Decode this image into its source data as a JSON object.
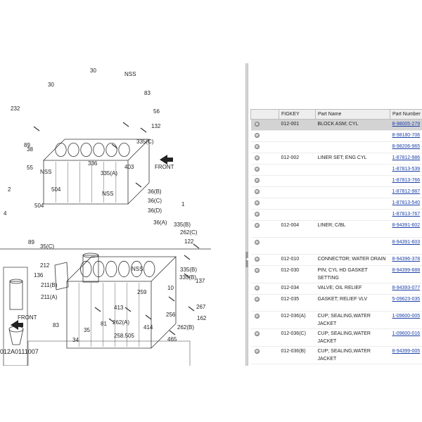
{
  "diagram": {
    "callouts": [
      "30",
      "30",
      "NSS",
      "83",
      "232",
      "56",
      "132",
      "89",
      "38",
      "335(C)",
      "55",
      "NSS",
      "336",
      "335(A)",
      "403",
      "FRONT",
      "2",
      "4",
      "504",
      "504",
      "NSS",
      "36(B)",
      "36(C)",
      "36(D)",
      "1",
      "36(A)",
      "335(B)",
      "262(C)",
      "89",
      "35(C)",
      "122",
      "212",
      "136",
      "211(B)",
      "211(A)",
      "NSS",
      "335(B)",
      "335(B)",
      "137",
      "259",
      "10",
      "413",
      "256",
      "267",
      "83",
      "81",
      "262(A)",
      "414",
      "162",
      "262(B)",
      "35",
      "34",
      "258.505",
      "465",
      "FRONT"
    ],
    "drawing_number": "012A0111007"
  },
  "table": {
    "columns": [
      "",
      "FIGKEY",
      "Part Name",
      "Part Number"
    ],
    "rows": [
      {
        "figkey": "012-001",
        "name": [
          "BLOCK ASM; CYL"
        ],
        "part_number": "8-98005-279",
        "selected": true
      },
      {
        "figkey": "",
        "name": [
          ""
        ],
        "part_number": "8-98180-706",
        "selected": false
      },
      {
        "figkey": "",
        "name": [
          ""
        ],
        "part_number": "8-98206-965",
        "selected": false
      },
      {
        "figkey": "012-002",
        "name": [
          "LINER SET; ENG CYL"
        ],
        "part_number": "1-87812-986",
        "selected": false
      },
      {
        "figkey": "",
        "name": [
          ""
        ],
        "part_number": "1-87813-539",
        "selected": false
      },
      {
        "figkey": "",
        "name": [
          ""
        ],
        "part_number": "1-87813-766",
        "selected": false
      },
      {
        "figkey": "",
        "name": [
          ""
        ],
        "part_number": "1-87812-987",
        "selected": false
      },
      {
        "figkey": "",
        "name": [
          ""
        ],
        "part_number": "1-87813-540",
        "selected": false
      },
      {
        "figkey": "",
        "name": [
          ""
        ],
        "part_number": "1-87813-767",
        "selected": false
      },
      {
        "figkey": "012-004",
        "name": [
          "LINER; C/BL"
        ],
        "part_number": "8-94391-602",
        "selected": false
      },
      {
        "figkey": "",
        "name": [
          ""
        ],
        "part_number": "8-94391-603",
        "selected": false
      },
      {
        "figkey": "012-010",
        "name": [
          "CONNECTOR; WATER DRAIN"
        ],
        "part_number": "8-94396-378",
        "selected": false
      },
      {
        "figkey": "012-030",
        "name": [
          "PIN; CYL HD GASKET",
          "SETTING"
        ],
        "part_number": "8-94399-688",
        "selected": false
      },
      {
        "figkey": "012-034",
        "name": [
          "VALVE; OIL RELIEF"
        ],
        "part_number": "8-94393-077",
        "selected": false
      },
      {
        "figkey": "012-035",
        "name": [
          "GASKET; RELIEF VLV"
        ],
        "part_number": "5-09623-035",
        "selected": false
      },
      {
        "figkey": "012-036(A)",
        "name": [
          "CUP; SEALING,WATER",
          "JACKET"
        ],
        "part_number": "1-09600-005",
        "selected": false
      },
      {
        "figkey": "012-036(C)",
        "name": [
          "CUP; SEALING,WATER",
          "JACKET"
        ],
        "part_number": "1-09600-016",
        "selected": false
      },
      {
        "figkey": "012-036(B)",
        "name": [
          "CUP; SEALING,WATER",
          "JACKET"
        ],
        "part_number": "8-94399-005",
        "selected": false
      }
    ]
  }
}
